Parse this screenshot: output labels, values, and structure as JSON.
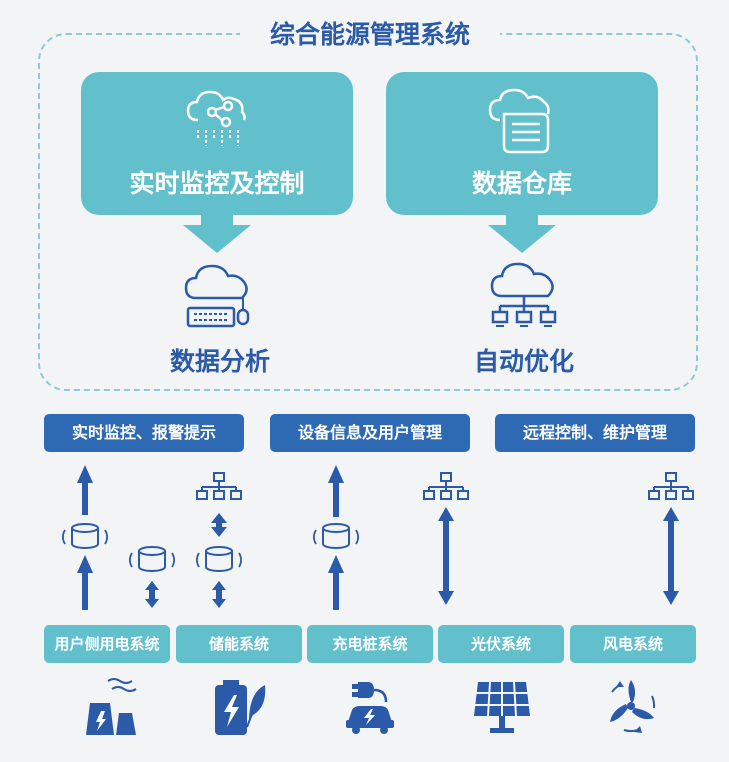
{
  "title": "综合能源管理系统",
  "modules": {
    "monitor": "实时监控及控制",
    "warehouse": "数据仓库",
    "analysis": "数据分析",
    "optimize": "自动优化"
  },
  "functions": [
    "实时监控、报警提示",
    "设备信息及用户管理",
    "远程控制、维护管理"
  ],
  "subsystems": [
    "用户侧用电系统",
    "储能系统",
    "充电桩系统",
    "光伏系统",
    "风电系统"
  ],
  "colors": {
    "teal": "#62c0cd",
    "blue": "#2e6ab4",
    "icon_blue": "#2b5aa8",
    "frame_dash": "#8ec9d6"
  }
}
